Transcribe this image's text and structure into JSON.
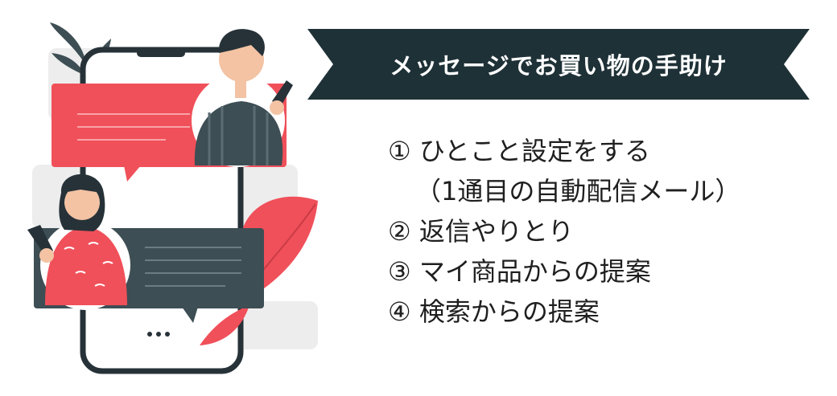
{
  "banner": {
    "title": "メッセージでお買い物の手助け"
  },
  "list": {
    "items": [
      "① ひとこと設定をする",
      "（1通目の自動配信メール）",
      "② 返信やりとり",
      "③ マイ商品からの提案",
      "④ 検索からの提案"
    ]
  },
  "illustration": {
    "dots": "•••"
  },
  "colors": {
    "banner": "#1e3137",
    "accent_red": "#f0505a",
    "dark_slate": "#3d4e54",
    "phone_outline": "#263238"
  }
}
